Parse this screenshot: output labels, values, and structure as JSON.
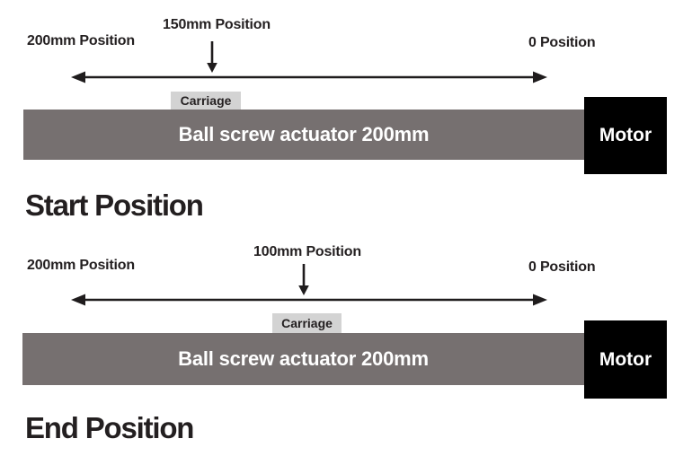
{
  "colors": {
    "background": "#ffffff",
    "bar": "#767070",
    "carriage_bg": "#d3d3d3",
    "motor_bg": "#000000",
    "text": "#231f20",
    "light_text": "#ffffff"
  },
  "diagrams": [
    {
      "left_label": "200mm Position",
      "mid_label": "150mm Position",
      "right_label": "0 Position",
      "carriage_label": "Carriage",
      "bar_label": "Ball screw actuator 200mm",
      "motor_label": "Motor",
      "caption": "Start Position"
    },
    {
      "left_label": "200mm Position",
      "mid_label": "100mm Position",
      "right_label": "0 Position",
      "carriage_label": "Carriage",
      "bar_label": "Ball screw actuator 200mm",
      "motor_label": "Motor",
      "caption": "End Position"
    }
  ]
}
